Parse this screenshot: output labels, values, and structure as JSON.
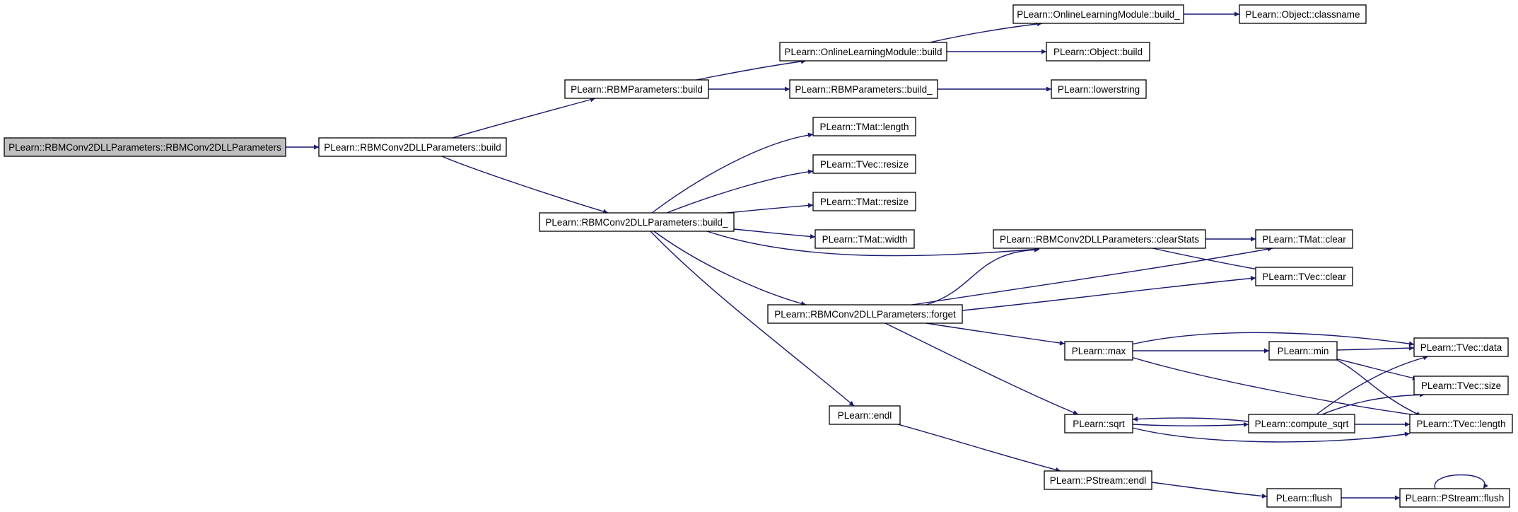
{
  "diagram": {
    "type": "call-graph",
    "edge_color": "#191970",
    "root_fill": "#bfbfbf",
    "nodes": [
      {
        "id": "root",
        "label": "PLearn::RBMConv2DLLParameters::RBMConv2DLLParameters",
        "root": true
      },
      {
        "id": "conv_build",
        "label": "PLearn::RBMConv2DLLParameters::build"
      },
      {
        "id": "rbm_build",
        "label": "PLearn::RBMParameters::build"
      },
      {
        "id": "olm_build",
        "label": "PLearn::OnlineLearningModule::build"
      },
      {
        "id": "olm_build_",
        "label": "PLearn::OnlineLearningModule::build_"
      },
      {
        "id": "obj_classname",
        "label": "PLearn::Object::classname"
      },
      {
        "id": "obj_build",
        "label": "PLearn::Object::build"
      },
      {
        "id": "rbm_build_",
        "label": "PLearn::RBMParameters::build_"
      },
      {
        "id": "lowerstring",
        "label": "PLearn::lowerstring"
      },
      {
        "id": "conv_build_",
        "label": "PLearn::RBMConv2DLLParameters::build_"
      },
      {
        "id": "tmat_length",
        "label": "PLearn::TMat::length"
      },
      {
        "id": "tvec_resize",
        "label": "PLearn::TVec::resize"
      },
      {
        "id": "tmat_resize",
        "label": "PLearn::TMat::resize"
      },
      {
        "id": "tmat_width",
        "label": "PLearn::TMat::width"
      },
      {
        "id": "clearstats",
        "label": "PLearn::RBMConv2DLLParameters::clearStats"
      },
      {
        "id": "tmat_clear",
        "label": "PLearn::TMat::clear"
      },
      {
        "id": "tvec_clear",
        "label": "PLearn::TVec::clear"
      },
      {
        "id": "forget",
        "label": "PLearn::RBMConv2DLLParameters::forget"
      },
      {
        "id": "max",
        "label": "PLearn::max"
      },
      {
        "id": "min",
        "label": "PLearn::min"
      },
      {
        "id": "tvec_data",
        "label": "PLearn::TVec::data"
      },
      {
        "id": "tvec_size",
        "label": "PLearn::TVec::size"
      },
      {
        "id": "sqrt",
        "label": "PLearn::sqrt"
      },
      {
        "id": "compute_sqrt",
        "label": "PLearn::compute_sqrt"
      },
      {
        "id": "tvec_length",
        "label": "PLearn::TVec::length"
      },
      {
        "id": "endl",
        "label": "PLearn::endl"
      },
      {
        "id": "pstream_endl",
        "label": "PLearn::PStream::endl"
      },
      {
        "id": "flush",
        "label": "PLearn::flush"
      },
      {
        "id": "pstream_flush",
        "label": "PLearn::PStream::flush"
      }
    ],
    "edges": [
      [
        "root",
        "conv_build"
      ],
      [
        "conv_build",
        "rbm_build"
      ],
      [
        "conv_build",
        "conv_build_"
      ],
      [
        "rbm_build",
        "olm_build"
      ],
      [
        "rbm_build",
        "rbm_build_"
      ],
      [
        "olm_build",
        "olm_build_"
      ],
      [
        "olm_build",
        "obj_build"
      ],
      [
        "olm_build_",
        "obj_classname"
      ],
      [
        "rbm_build_",
        "lowerstring"
      ],
      [
        "conv_build_",
        "tmat_length"
      ],
      [
        "conv_build_",
        "tvec_resize"
      ],
      [
        "conv_build_",
        "tmat_resize"
      ],
      [
        "conv_build_",
        "tmat_width"
      ],
      [
        "conv_build_",
        "clearstats"
      ],
      [
        "conv_build_",
        "forget"
      ],
      [
        "conv_build_",
        "endl"
      ],
      [
        "clearstats",
        "tmat_clear"
      ],
      [
        "clearstats",
        "tvec_clear"
      ],
      [
        "forget",
        "clearstats"
      ],
      [
        "forget",
        "tmat_clear"
      ],
      [
        "forget",
        "tvec_clear"
      ],
      [
        "forget",
        "max"
      ],
      [
        "forget",
        "sqrt"
      ],
      [
        "max",
        "tvec_data"
      ],
      [
        "max",
        "min"
      ],
      [
        "max",
        "tvec_length"
      ],
      [
        "min",
        "tvec_data"
      ],
      [
        "min",
        "tvec_size"
      ],
      [
        "min",
        "tvec_length"
      ],
      [
        "sqrt",
        "compute_sqrt"
      ],
      [
        "sqrt",
        "tvec_length"
      ],
      [
        "compute_sqrt",
        "sqrt"
      ],
      [
        "compute_sqrt",
        "tvec_data"
      ],
      [
        "compute_sqrt",
        "tvec_size"
      ],
      [
        "compute_sqrt",
        "tvec_length"
      ],
      [
        "endl",
        "pstream_endl"
      ],
      [
        "pstream_endl",
        "flush"
      ],
      [
        "flush",
        "pstream_flush"
      ],
      [
        "pstream_flush",
        "pstream_flush"
      ]
    ]
  }
}
